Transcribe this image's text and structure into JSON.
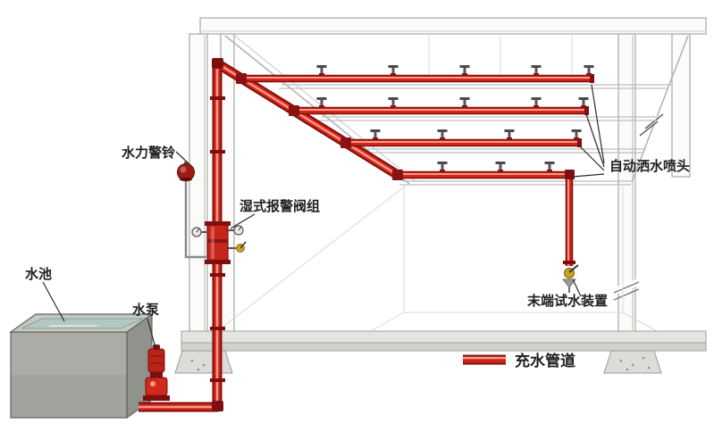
{
  "labels": {
    "alarm_bell": "水力警铃",
    "wet_alarm_valve": "湿式报警阀组",
    "water_tank": "水池",
    "water_pump": "水泵",
    "sprinkler_heads": "自动洒水喷头",
    "end_test_device": "末端试水装置",
    "legend_filled_pipe": "充水管道"
  },
  "colors": {
    "pipe_red": "#d3251a",
    "pipe_dark": "#7e0f0f",
    "pipe_highlight": "#f79a86",
    "structure_gray": "#b0b0b0",
    "tank_concrete": "#aaaca6",
    "water": "#b4c6c0",
    "brass": "#c9a227",
    "label_text": "#1f1f1f"
  }
}
